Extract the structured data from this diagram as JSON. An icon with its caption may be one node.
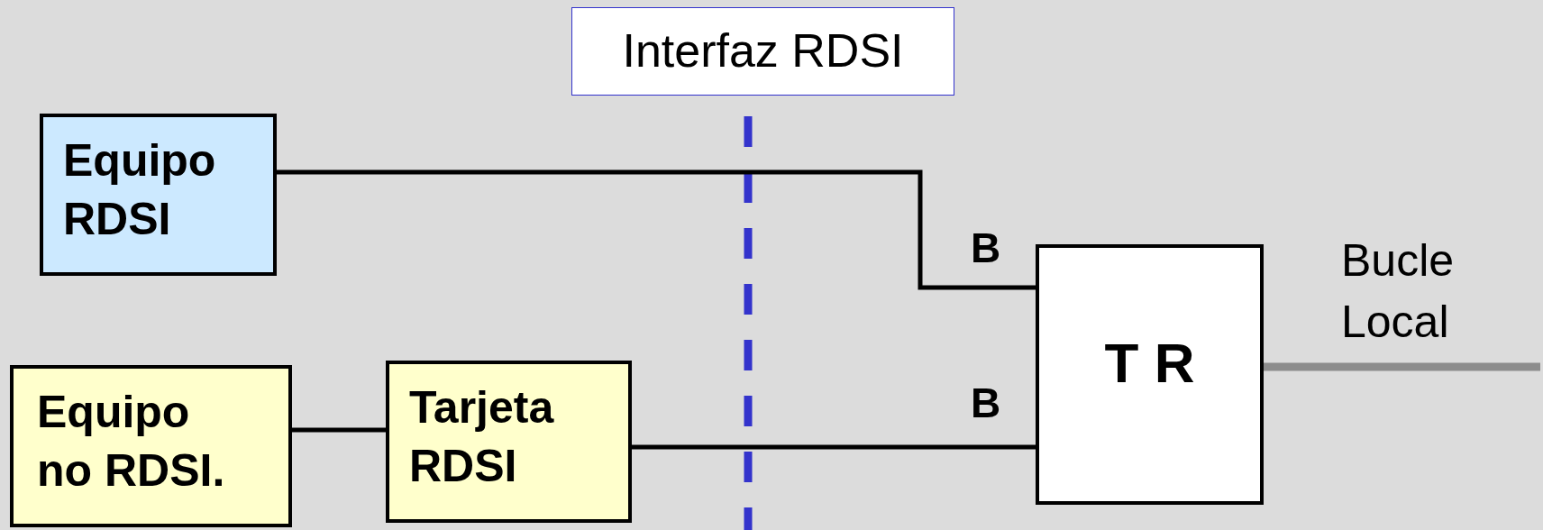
{
  "diagram": {
    "nodes": [
      {
        "text": [
          "Interfaz RDSI"
        ]
      },
      {
        "text": [
          "Equipo RDSI"
        ]
      },
      {
        "text": [
          "Equipo no RDSI."
        ]
      },
      {
        "text": [
          "Tarjeta RDSI"
        ]
      },
      {
        "text": [
          "T R"
        ]
      }
    ],
    "edges": [
      {
        "from": 1,
        "to": 4,
        "arrow": "none",
        "label": "B"
      },
      {
        "from": 2,
        "to": 3,
        "arrow": "none"
      },
      {
        "from": 3,
        "to": 4,
        "arrow": "none",
        "label": "B"
      },
      {
        "from": 4,
        "to": null,
        "arrow": "none",
        "style": "thick",
        "color": "#8c8c8c"
      }
    ],
    "labels": [
      "Bucle Local"
    ]
  }
}
